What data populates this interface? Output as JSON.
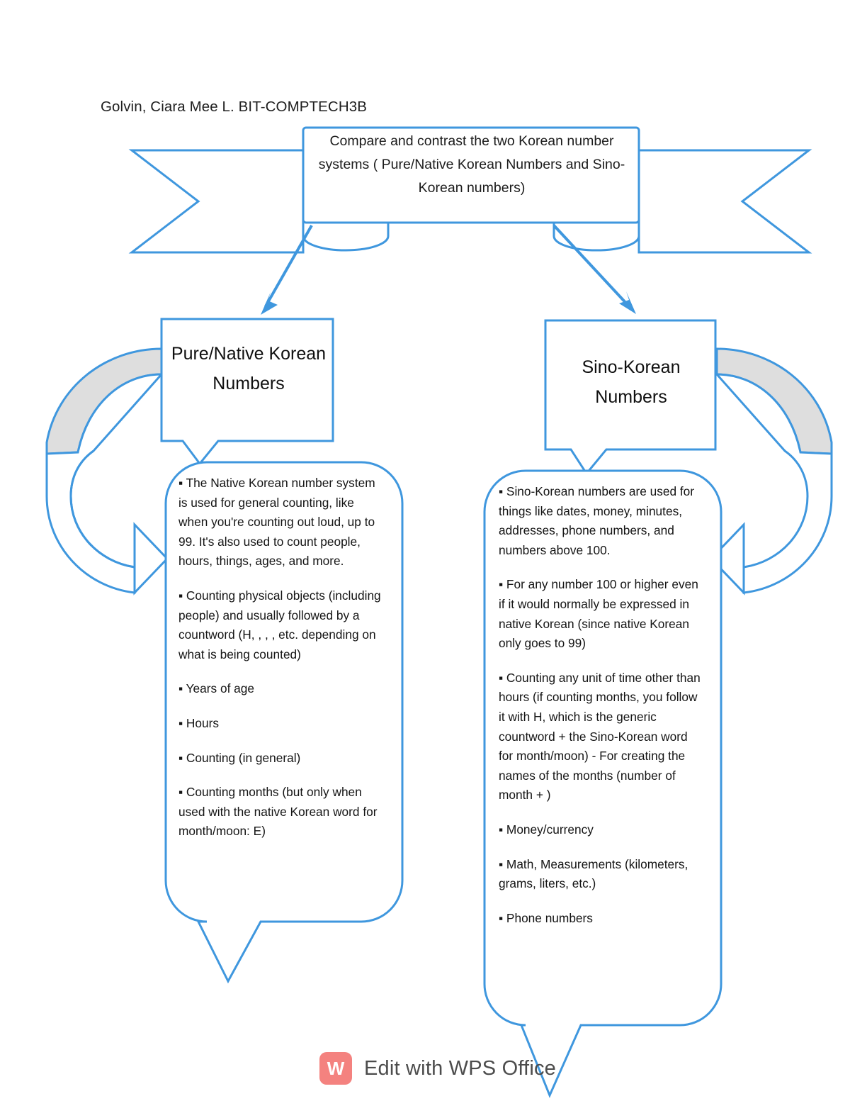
{
  "document": {
    "header_line": "Golvin, Ciara Mee L. BIT-COMPTECH3B"
  },
  "banner": {
    "title": "Compare and contrast the two Korean number systems ( Pure/Native Korean Numbers and Sino-Korean numbers)"
  },
  "branches": {
    "left": {
      "title": "Pure/Native Korean Numbers",
      "bullets": [
        "▪ The Native Korean number system is used for general counting, like when you're counting out loud, up to 99. It's also used to count people, hours, things, ages, and more.",
        "▪ Counting physical objects (including people) and usually followed by a countword (H, , , , etc. depending on what is being counted)",
        "▪ Years of age",
        "▪ Hours",
        "▪ Counting (in general)",
        "▪ Counting months (but only when used with the native Korean word for month/moon: E)"
      ]
    },
    "right": {
      "title": "Sino-Korean Numbers",
      "bullets": [
        "▪ Sino-Korean numbers are used for things like dates, money, minutes, addresses, phone numbers, and numbers above 100.",
        "▪ For any number 100 or higher even if it would normally be expressed in native Korean (since native Korean only goes to 99)",
        "▪ Counting any unit of time other than hours (if counting months, you follow it with H, which is the generic countword + the Sino-Korean word for month/moon) - For creating the names of the months (number of month + )",
        "▪ Money/currency",
        "▪  Math,  Measurements (kilometers, grams, liters, etc.)",
        "▪ Phone numbers"
      ]
    }
  },
  "watermark": {
    "logo_glyph": "W",
    "label": "Edit with WPS Office"
  },
  "colors": {
    "stroke_blue": "#3f97de",
    "fold_gray": "#dedede",
    "wps_coral": "#f4827f"
  }
}
